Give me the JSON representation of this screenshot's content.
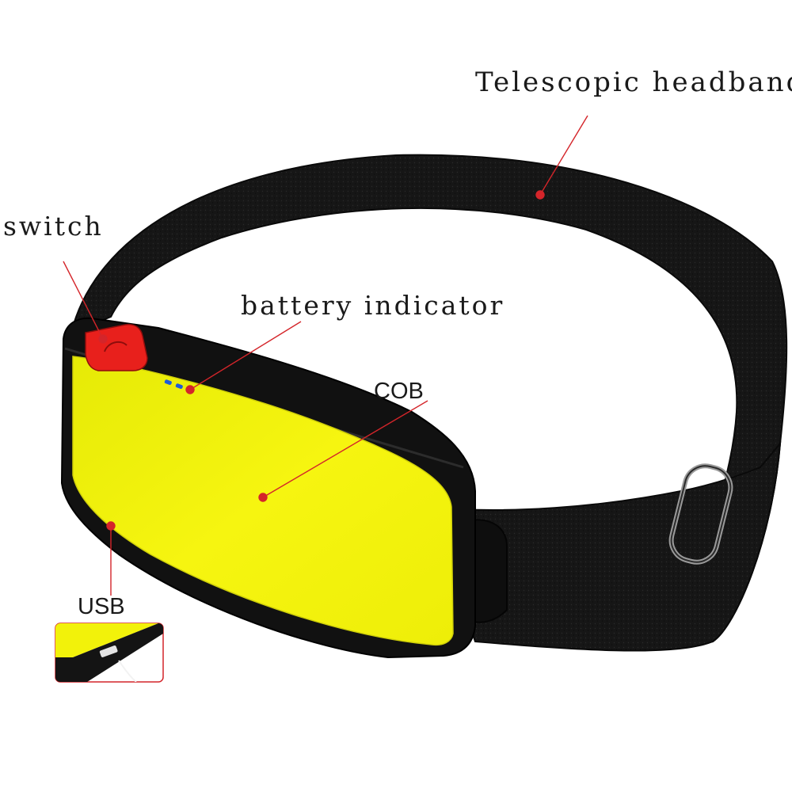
{
  "labels": {
    "headband": "Telescopic headband",
    "switch": "switch",
    "battery": "battery indicator",
    "cob": "COB",
    "usb": "USB"
  },
  "colors": {
    "strap": "#141414",
    "housing": "#101010",
    "cob_panel": "#f2f20a",
    "switch_button": "#e8201c",
    "indicator_leds": "#1e5bd8",
    "callout_line": "#d4252a",
    "inset_border": "#d4252a"
  },
  "icons": {
    "switch": "power-button-icon",
    "battery": "led-dots-icon",
    "buckle": "strap-buckle-icon",
    "usb": "usb-port-icon"
  }
}
